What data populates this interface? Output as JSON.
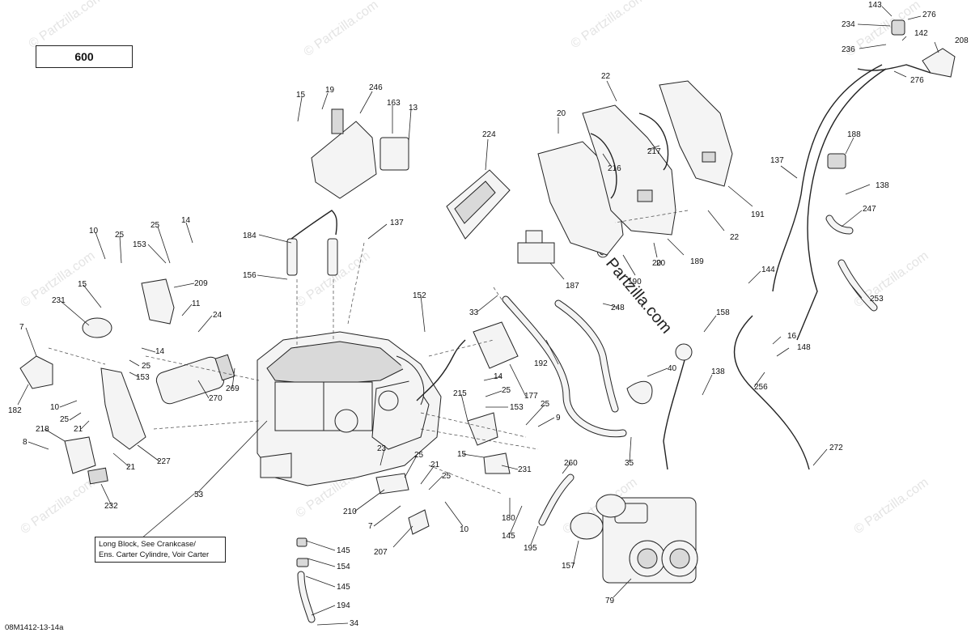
{
  "engine_label": "600",
  "note": {
    "line1": "Long Block, See Crankcase/",
    "line2": "Ens. Carter Cylindre, Voir Carter"
  },
  "drawing_code": "08M1412-13-14a",
  "watermark": {
    "text": "© Partzilla.com",
    "center_text": "© Partzilla.com"
  },
  "callouts": [
    "143",
    "234",
    "276",
    "142",
    "208",
    "236",
    "276",
    "22",
    "20",
    "217",
    "20",
    "216",
    "191",
    "224",
    "22",
    "189",
    "20",
    "190",
    "187",
    "188",
    "137",
    "138",
    "247",
    "144",
    "253",
    "158",
    "16",
    "148",
    "138",
    "256",
    "272",
    "15",
    "19",
    "246",
    "163",
    "13",
    "25",
    "14",
    "10",
    "25",
    "153",
    "184",
    "137",
    "156",
    "209",
    "15",
    "231",
    "11",
    "24",
    "7",
    "14",
    "25",
    "153",
    "182",
    "270",
    "269",
    "10",
    "25",
    "21",
    "218",
    "8",
    "227",
    "21",
    "232",
    "53",
    "152",
    "33",
    "248",
    "192",
    "177",
    "14",
    "25",
    "215",
    "153",
    "25",
    "9",
    "40",
    "15",
    "231",
    "35",
    "23",
    "25",
    "21",
    "25",
    "210",
    "7",
    "180",
    "10",
    "260",
    "145",
    "195",
    "157",
    "207",
    "79",
    "145",
    "154",
    "145",
    "194",
    "34"
  ],
  "colors": {
    "line": "#222222",
    "fill": "#f4f4f4",
    "watermark": "#e4e4e4"
  }
}
